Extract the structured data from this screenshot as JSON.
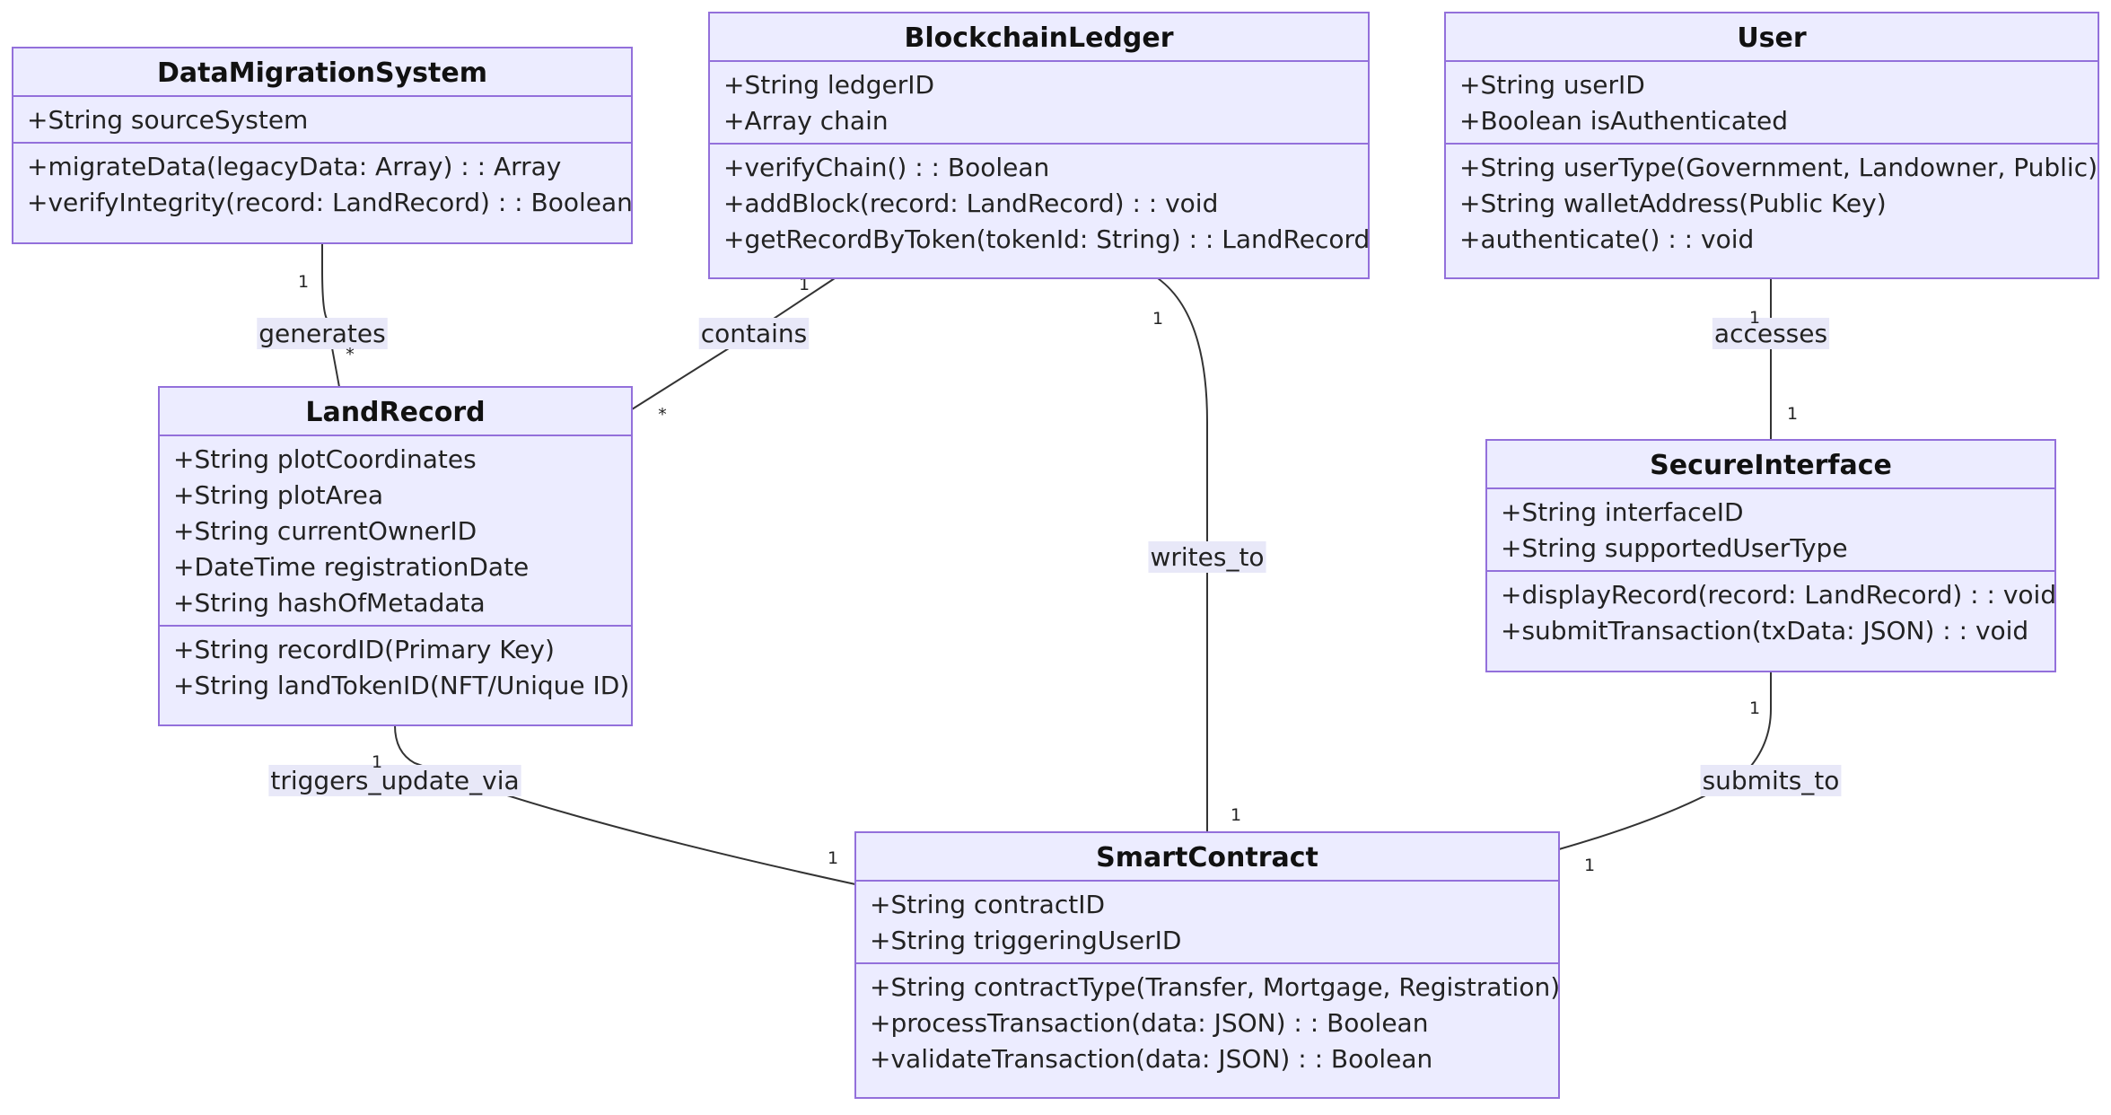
{
  "classes": [
    {
      "id": "DataMigrationSystem",
      "name": "DataMigrationSystem",
      "attributes": [
        "+String sourceSystem"
      ],
      "methods": [
        "+migrateData(legacyData: Array) : : Array",
        "+verifyIntegrity(record: LandRecord) : : Boolean"
      ]
    },
    {
      "id": "BlockchainLedger",
      "name": "BlockchainLedger",
      "attributes": [
        "+String ledgerID",
        "+Array chain"
      ],
      "methods": [
        "+verifyChain() : : Boolean",
        "+addBlock(record: LandRecord) : : void",
        "+getRecordByToken(tokenId: String) : : LandRecord"
      ]
    },
    {
      "id": "User",
      "name": "User",
      "attributes": [
        "+String userID",
        "+Boolean isAuthenticated"
      ],
      "methods": [
        "+String userType(Government, Landowner, Public)",
        "+String walletAddress(Public Key)",
        "+authenticate() : : void"
      ]
    },
    {
      "id": "LandRecord",
      "name": "LandRecord",
      "attributes": [
        "+String plotCoordinates",
        "+String plotArea",
        "+String currentOwnerID",
        "+DateTime registrationDate",
        "+String hashOfMetadata"
      ],
      "methods": [
        "+String recordID(Primary Key)",
        "+String landTokenID(NFT/Unique ID)"
      ]
    },
    {
      "id": "SecureInterface",
      "name": "SecureInterface",
      "attributes": [
        "+String interfaceID",
        "+String supportedUserType"
      ],
      "methods": [
        "+displayRecord(record: LandRecord) : : void",
        "+submitTransaction(txData: JSON) : : void"
      ]
    },
    {
      "id": "SmartContract",
      "name": "SmartContract",
      "attributes": [
        "+String contractID",
        "+String triggeringUserID"
      ],
      "methods": [
        "+String contractType(Transfer, Mortgage, Registration)",
        "+processTransaction(data: JSON) : : Boolean",
        "+validateTransaction(data: JSON) : : Boolean"
      ]
    }
  ],
  "relations": [
    {
      "id": "generates",
      "from": "DataMigrationSystem",
      "to": "LandRecord",
      "label": "generates",
      "from_mult": "1",
      "to_mult": "*"
    },
    {
      "id": "contains",
      "from": "BlockchainLedger",
      "to": "LandRecord",
      "label": "contains",
      "from_mult": "1",
      "to_mult": "*"
    },
    {
      "id": "writes_to",
      "from": "BlockchainLedger",
      "to": "SmartContract",
      "label": "writes_to",
      "from_mult": "1",
      "to_mult": "1"
    },
    {
      "id": "accesses",
      "from": "User",
      "to": "SecureInterface",
      "label": "accesses",
      "from_mult": "1",
      "to_mult": "1"
    },
    {
      "id": "triggers_update_via",
      "from": "LandRecord",
      "to": "SmartContract",
      "label": "triggers_update_via",
      "from_mult": "1",
      "to_mult": "1"
    },
    {
      "id": "submits_to",
      "from": "SecureInterface",
      "to": "SmartContract",
      "label": "submits_to",
      "from_mult": "1",
      "to_mult": "1"
    }
  ]
}
